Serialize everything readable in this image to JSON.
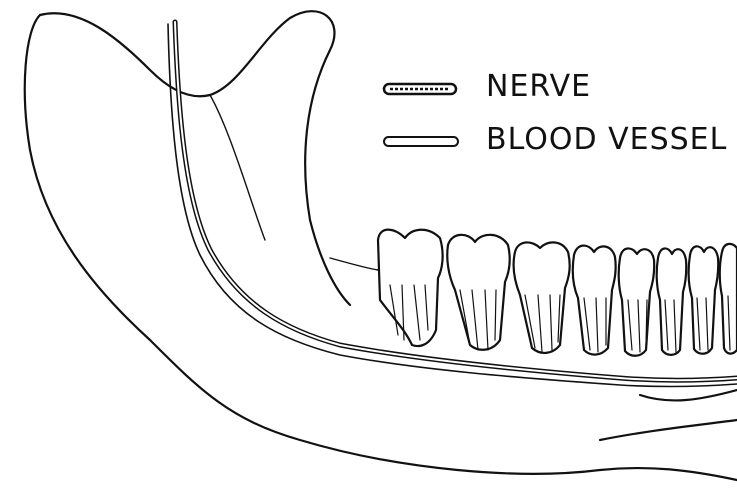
{
  "legend": {
    "nerve_label": "NERVE",
    "vessel_label": "BLOOD VESSEL"
  },
  "teeth_count": 8
}
